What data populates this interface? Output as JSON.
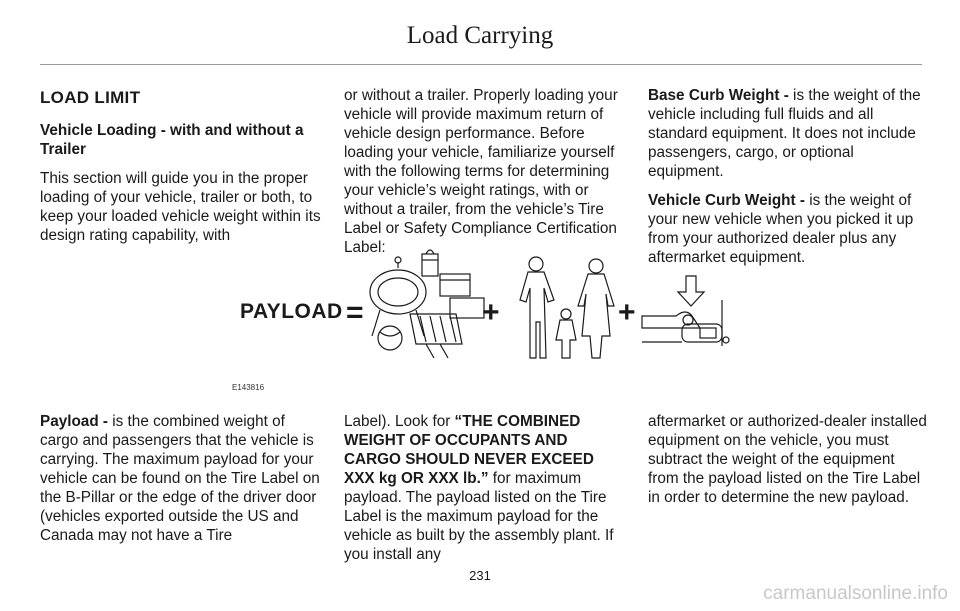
{
  "header": {
    "title": "Load Carrying"
  },
  "section": {
    "title": "LOAD LIMIT",
    "subheading": "Vehicle Loading - with and without a Trailer"
  },
  "upper": {
    "col1_text": "This section will guide you in the proper loading of your vehicle, trailer or both, to keep your loaded vehicle weight within its design rating capability, with",
    "col2_text": "or without a trailer. Properly loading your vehicle will provide maximum return of vehicle design performance. Before loading your vehicle, familiarize yourself with the following terms for determining your vehicle’s weight ratings, with or without a trailer, from the vehicle’s Tire Label or Safety Compliance Certification Label:",
    "col3": {
      "term1": "Base Curb Weight -",
      "term1_def": " is the weight of the vehicle including full fluids and all standard equipment. It does not include passengers, cargo, or optional equipment.",
      "term2": "Vehicle Curb Weight -",
      "term2_def": " is the weight of your new vehicle when you picked it up from your authorized dealer plus any aftermarket equipment."
    }
  },
  "figure": {
    "payload_label": "PAYLOAD",
    "equals": "=",
    "plus1": "+",
    "plus2": "+",
    "code": "E143816"
  },
  "lower": {
    "col1_term": "Payload -",
    "col1_def": " is the combined weight of cargo and passengers that the vehicle is carrying. The maximum payload for your vehicle can be found on the Tire Label on the B-Pillar or the edge of the driver door (vehicles exported outside the US and Canada may not have a Tire",
    "col2_pre": "Label). Look for ",
    "col2_bold": "“THE COMBINED WEIGHT OF OCCUPANTS AND CARGO SHOULD NEVER EXCEED XXX kg OR XXX lb.”",
    "col2_post": "  for maximum payload. The payload listed on the Tire Label is the maximum payload for the vehicle as built by the assembly plant. If you install any",
    "col3_text": "aftermarket or authorized-dealer installed equipment on the vehicle, you must subtract the weight of the equipment from the payload listed on the Tire Label in order to determine the new payload."
  },
  "page_number": "231",
  "watermark": "carmanualsonline.info"
}
